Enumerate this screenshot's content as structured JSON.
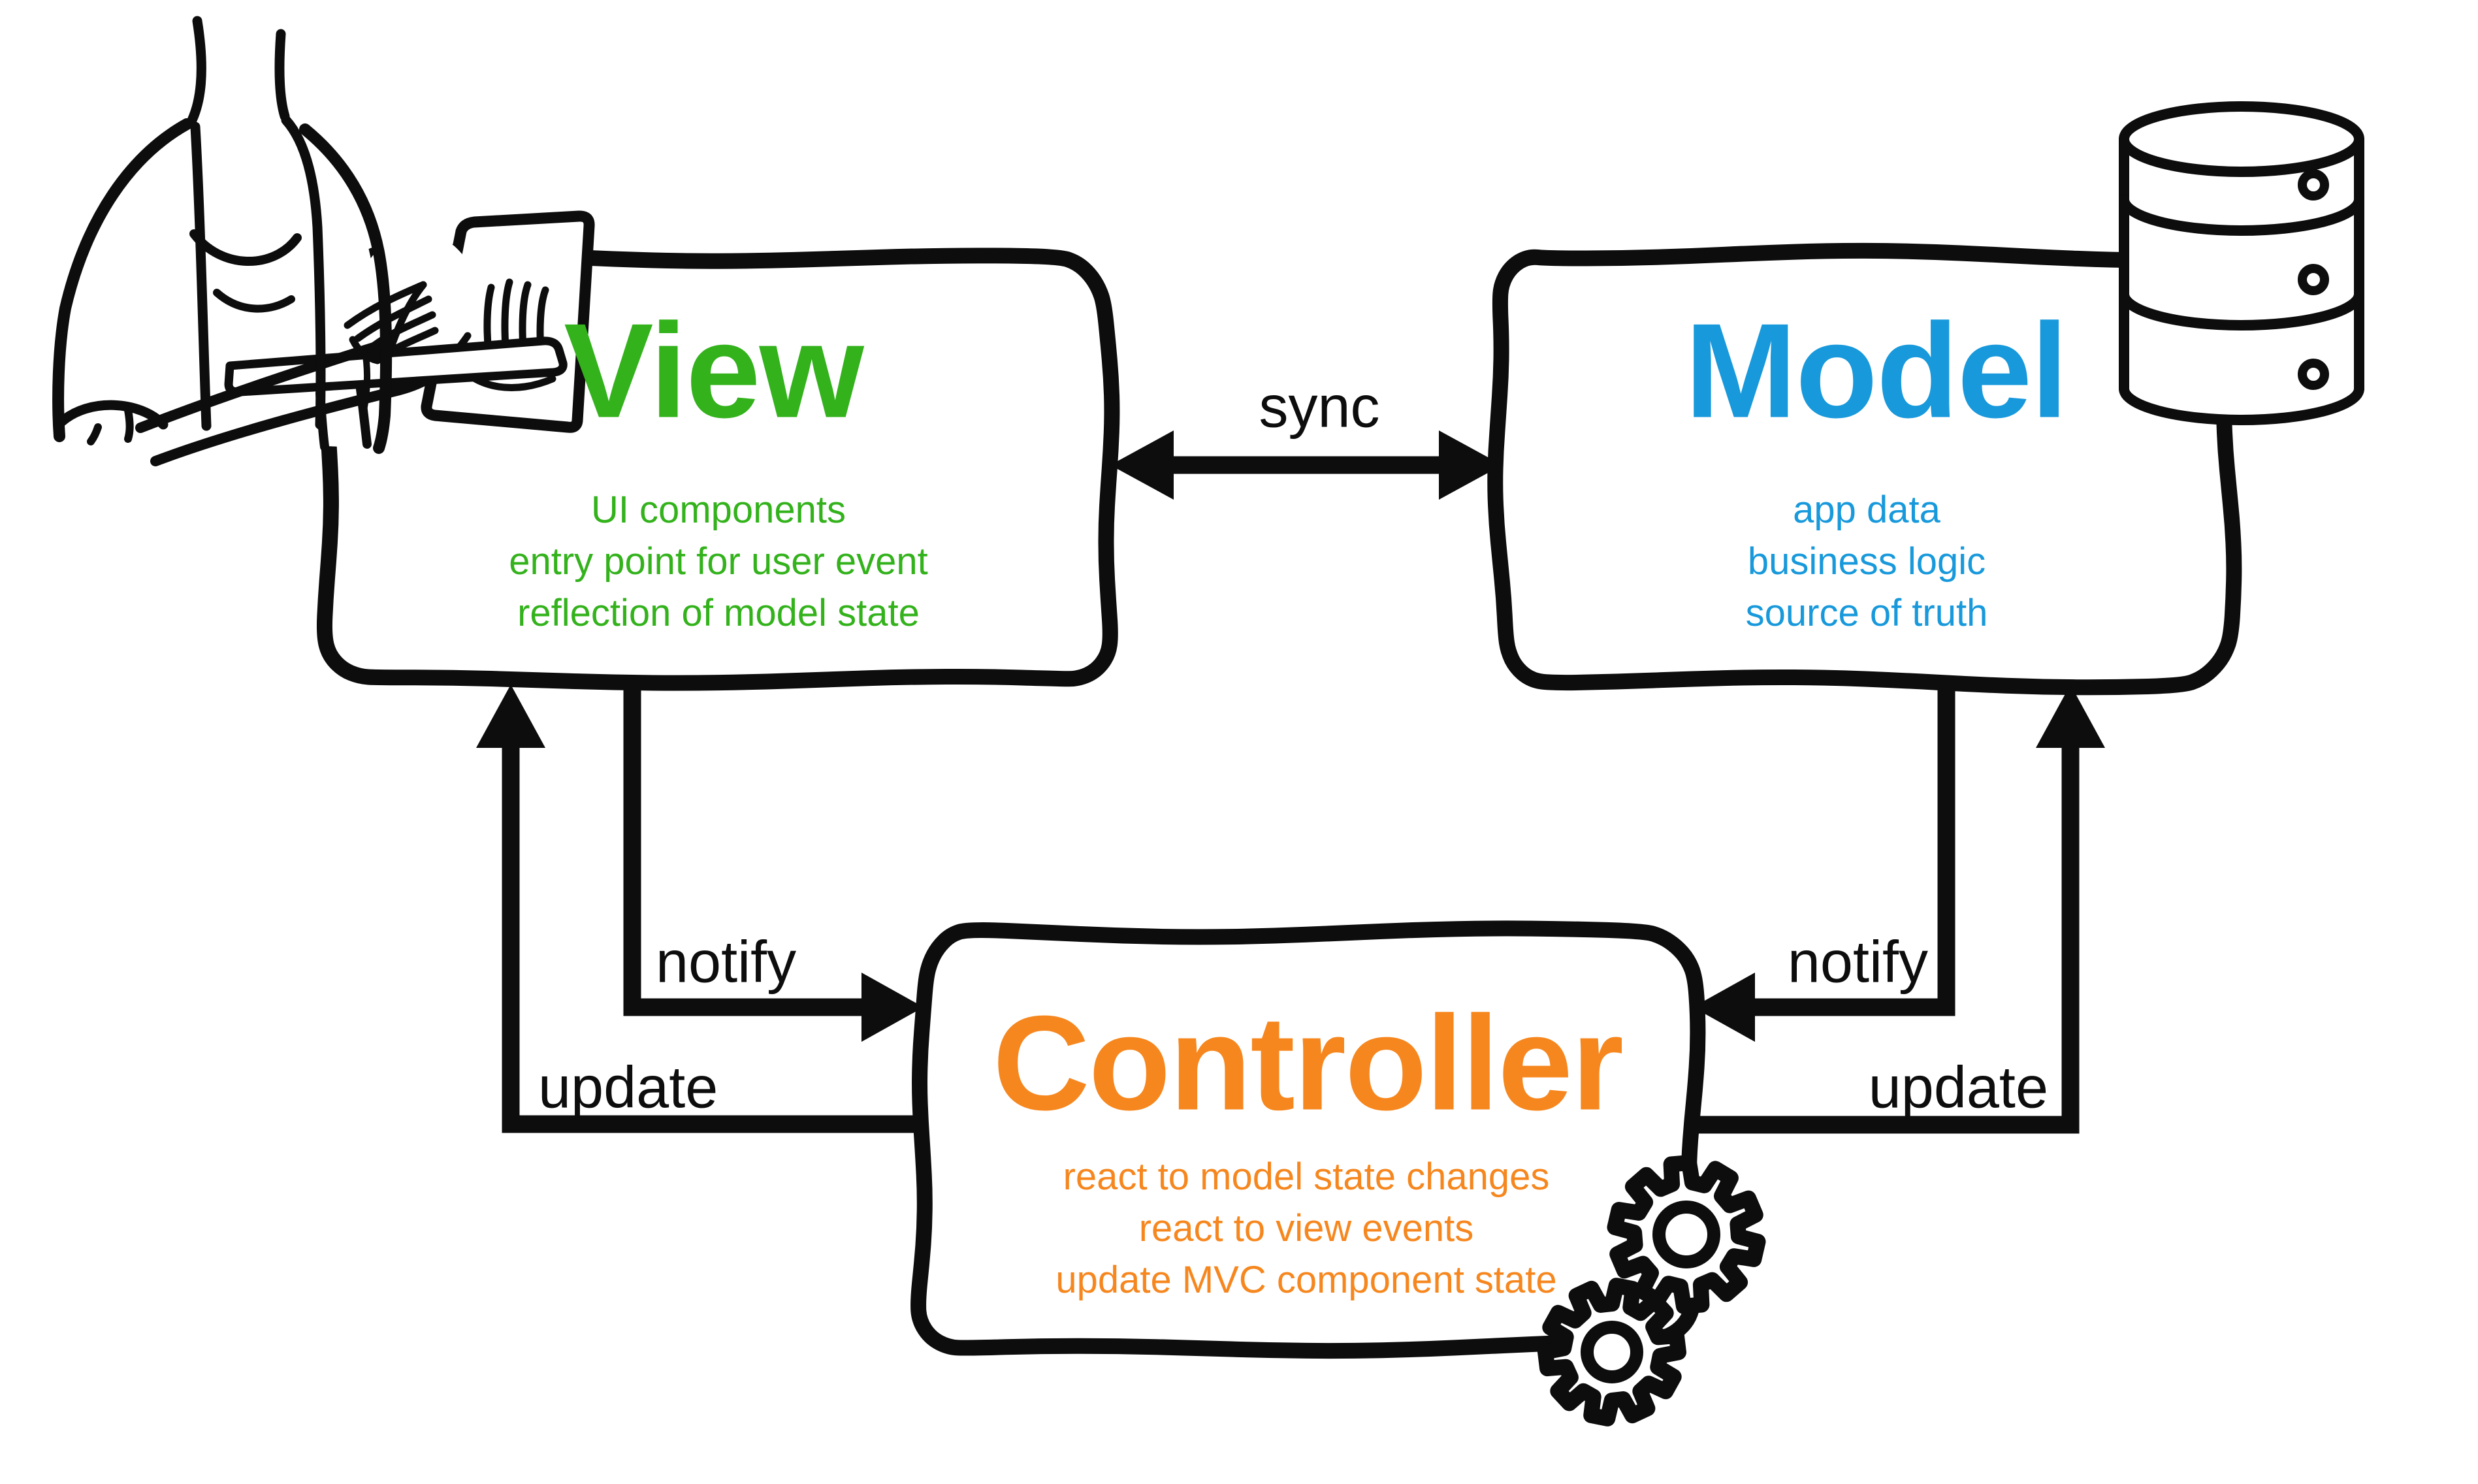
{
  "diagram": {
    "pattern": "MVC",
    "colors": {
      "ink": "#0d0d0d",
      "view_green": "#33B21C",
      "model_blue": "#1899DB",
      "controller_orange": "#F6871F",
      "background": "#ffffff"
    },
    "nodes": {
      "view": {
        "title": "View",
        "lines": [
          "UI components",
          "entry point for user event",
          "reflection of model state"
        ],
        "icon": "person-with-laptop-icon"
      },
      "model": {
        "title": "Model",
        "lines": [
          "app data",
          "business logic",
          "source of truth"
        ],
        "icon": "database-icon"
      },
      "controller": {
        "title": "Controller",
        "lines": [
          "react to model state changes",
          "react to view events",
          "update MVC component state"
        ],
        "icon": "gears-icon"
      }
    },
    "edges": {
      "sync_view_model": {
        "label": "sync"
      },
      "notify_view_to_controller": {
        "label": "notify"
      },
      "update_controller_to_view": {
        "label": "update"
      },
      "notify_model_to_controller": {
        "label": "notify"
      },
      "update_controller_to_model": {
        "label": "update"
      }
    }
  }
}
